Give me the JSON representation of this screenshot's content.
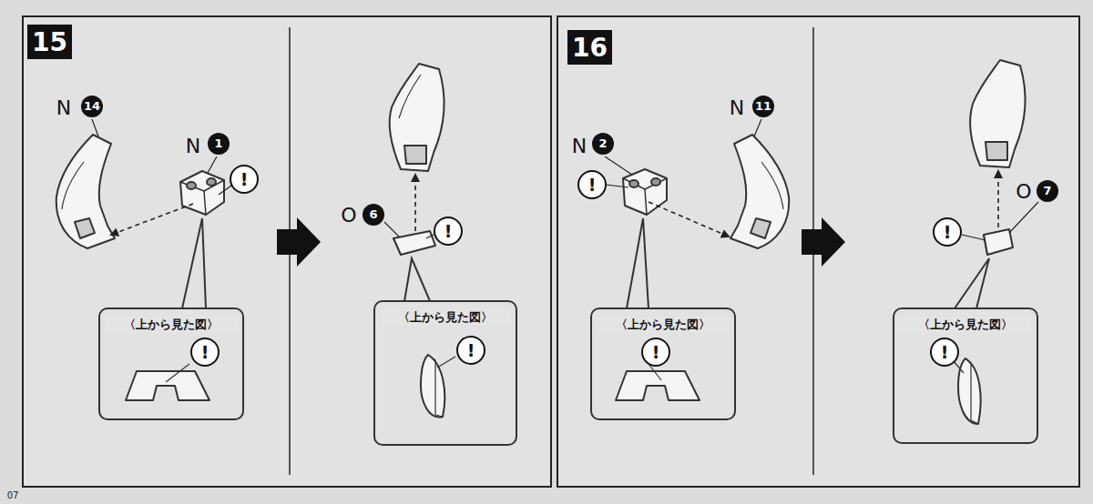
{
  "diagram": {
    "nodes": [
      {
        "text": [
          "15"
        ]
      },
      {
        "text": [
          "〈上から見た図〉",
          "!"
        ]
      },
      {
        "text": [
          "〈上から見た図〉",
          "!"
        ]
      },
      {
        "text": [
          "16"
        ]
      },
      {
        "text": [
          "〈上から見た図〉",
          "!"
        ]
      },
      {
        "text": [
          "〈上から見た図〉",
          "!"
        ]
      }
    ],
    "labels": [
      "N",
      "14",
      "N",
      "1",
      "!",
      "O",
      "6",
      "!",
      "N",
      "2",
      "!",
      "N",
      "11",
      "!",
      "O",
      "7",
      "07"
    ]
  }
}
